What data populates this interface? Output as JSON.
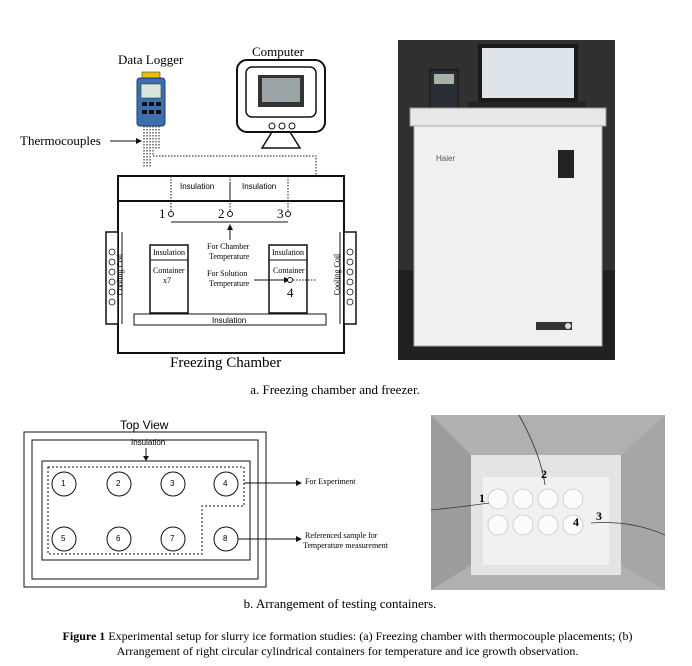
{
  "figure_a": {
    "data_logger": "Data Logger",
    "computer": "Computer",
    "thermocouples": "Thermocouples",
    "insulation_top_left": "Insulation",
    "insulation_top_right": "Insulation",
    "insulation_bottom": "Insulation",
    "point_1": "1",
    "point_2": "2",
    "point_3": "3",
    "point_4": "4",
    "for_chamber": "For Chamber",
    "temperature_1": "Temperature",
    "for_solution": "For Solution",
    "temperature_2": "Temperature",
    "left_box_insulation": "Insulation",
    "left_box_container": "Container",
    "left_box_count": "x7",
    "right_box_insulation": "Insulation",
    "right_box_container": "Container",
    "cooling_coil_left": "Cooling Coil",
    "cooling_coil_right": "Cooling Coil",
    "freezing_chamber": "Freezing Chamber",
    "caption": "a. Freezing chamber and freezer.",
    "photo_brand": "Haier"
  },
  "figure_b": {
    "top_view": "Top View",
    "insulation": "Insulation",
    "containers": [
      "1",
      "2",
      "3",
      "4",
      "5",
      "6",
      "7",
      "8"
    ],
    "for_experiment": "For Experiment",
    "referenced_1": "Referenced sample  for",
    "referenced_2": "Temperature measurement",
    "caption": "b. Arrangement of testing containers.",
    "photo_labels": [
      "1",
      "2",
      "3",
      "4"
    ]
  },
  "figure_caption": {
    "label": "Figure 1",
    "text_line1": " Experimental setup for slurry ice formation studies: (a) Freezing chamber with thermocouple placements; (b)",
    "text_line2": "Arrangement of right circular cylindrical containers for temperature and ice growth observation."
  }
}
